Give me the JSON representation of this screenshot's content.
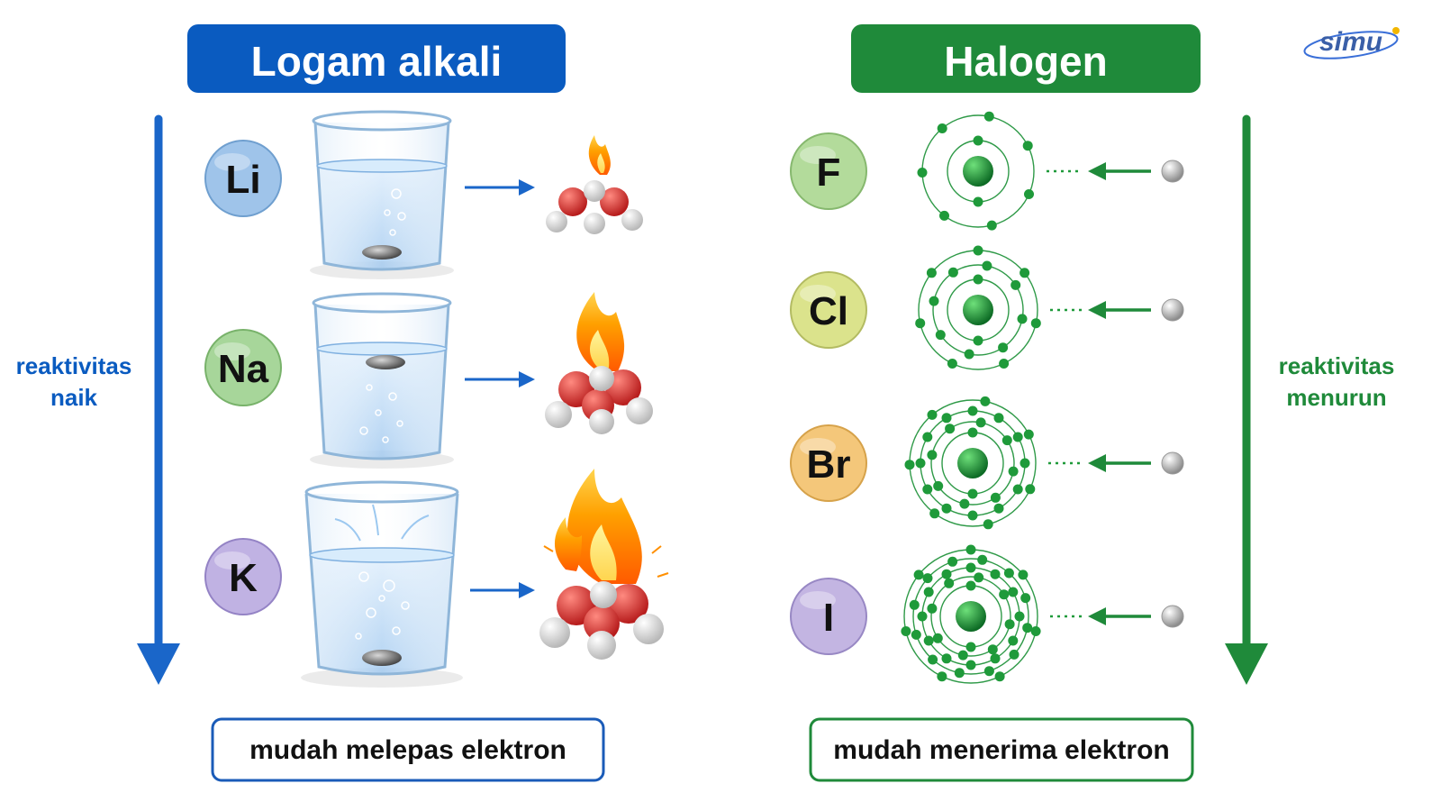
{
  "brand": {
    "logo_text": "simu"
  },
  "alkali": {
    "title": "Logam alkali",
    "trend_label": [
      "reaktivitas",
      "naik"
    ],
    "caption": "mudah melepas elektron",
    "elements": [
      {
        "symbol": "Li",
        "color": "#9fc4ea",
        "reaction": "weak"
      },
      {
        "symbol": "Na",
        "color": "#a7d69a",
        "reaction": "medium"
      },
      {
        "symbol": "K",
        "color": "#c0b2e3",
        "reaction": "strong"
      }
    ]
  },
  "halogen": {
    "title": "Halogen",
    "trend_label": [
      "reaktivitas",
      "menurun"
    ],
    "caption": "mudah menerima elektron",
    "elements": [
      {
        "symbol": "F",
        "color": "#b3db9b",
        "shells": [
          2,
          7
        ]
      },
      {
        "symbol": "Cl",
        "color": "#dbe38c",
        "shells": [
          2,
          8,
          7
        ]
      },
      {
        "symbol": "Br",
        "color": "#f4c77a",
        "shells": [
          2,
          8,
          18,
          7
        ]
      },
      {
        "symbol": "I",
        "color": "#c3b5e2",
        "shells": [
          2,
          8,
          18,
          18,
          7
        ]
      }
    ]
  },
  "colors": {
    "alkali_blue": "#0a5bc0",
    "halogen_green": "#1f8a3a",
    "electron_green": "#1f9a3a"
  }
}
